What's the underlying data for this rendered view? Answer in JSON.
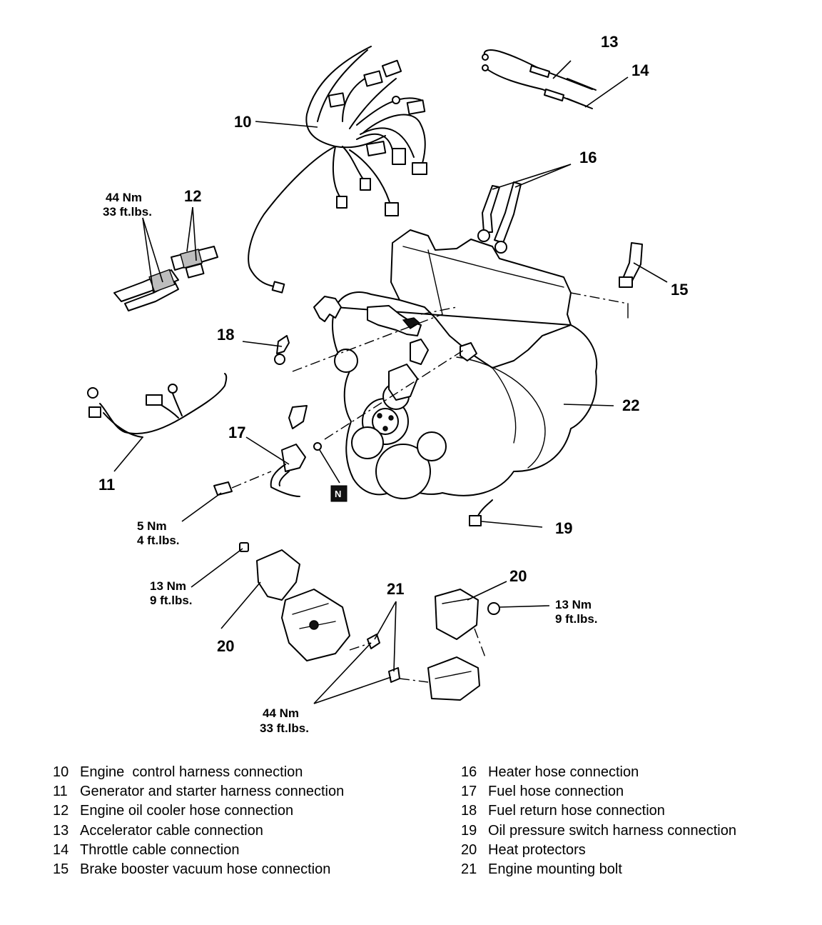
{
  "callouts": {
    "c10": "10",
    "c11": "11",
    "c12": "12",
    "c13": "13",
    "c14": "14",
    "c15": "15",
    "c16": "16",
    "c17": "17",
    "c18": "18",
    "c19": "19",
    "c20a": "20",
    "c20b": "20",
    "c21": "21",
    "c22": "22",
    "n_marker": "N"
  },
  "torque": {
    "t44_top_nm": "44 Nm",
    "t44_top_ft": "33 ft.lbs.",
    "t5_nm": "5 Nm",
    "t5_ft": "4 ft.lbs.",
    "t13_left_nm": "13 Nm",
    "t13_left_ft": "9 ft.lbs.",
    "t13_right_nm": "13 Nm",
    "t13_right_ft": "9 ft.lbs.",
    "t44_bottom_nm": "44 Nm",
    "t44_bottom_ft": "33 ft.lbs."
  },
  "legend": {
    "left": [
      {
        "num": "10",
        "text": "Engine  control harness connection"
      },
      {
        "num": "11",
        "text": "Generator and starter harness connection"
      },
      {
        "num": "12",
        "text": "Engine oil cooler hose connection"
      },
      {
        "num": "13",
        "text": "Accelerator cable connection"
      },
      {
        "num": "14",
        "text": "Throttle cable connection"
      },
      {
        "num": "15",
        "text": "Brake booster vacuum hose connection"
      }
    ],
    "right": [
      {
        "num": "16",
        "text": "Heater hose connection"
      },
      {
        "num": "17",
        "text": "Fuel hose connection"
      },
      {
        "num": "18",
        "text": "Fuel return hose connection"
      },
      {
        "num": "19",
        "text": "Oil pressure switch harness connection"
      },
      {
        "num": "20",
        "text": "Heat protectors"
      },
      {
        "num": "21",
        "text": "Engine mounting bolt"
      }
    ]
  }
}
